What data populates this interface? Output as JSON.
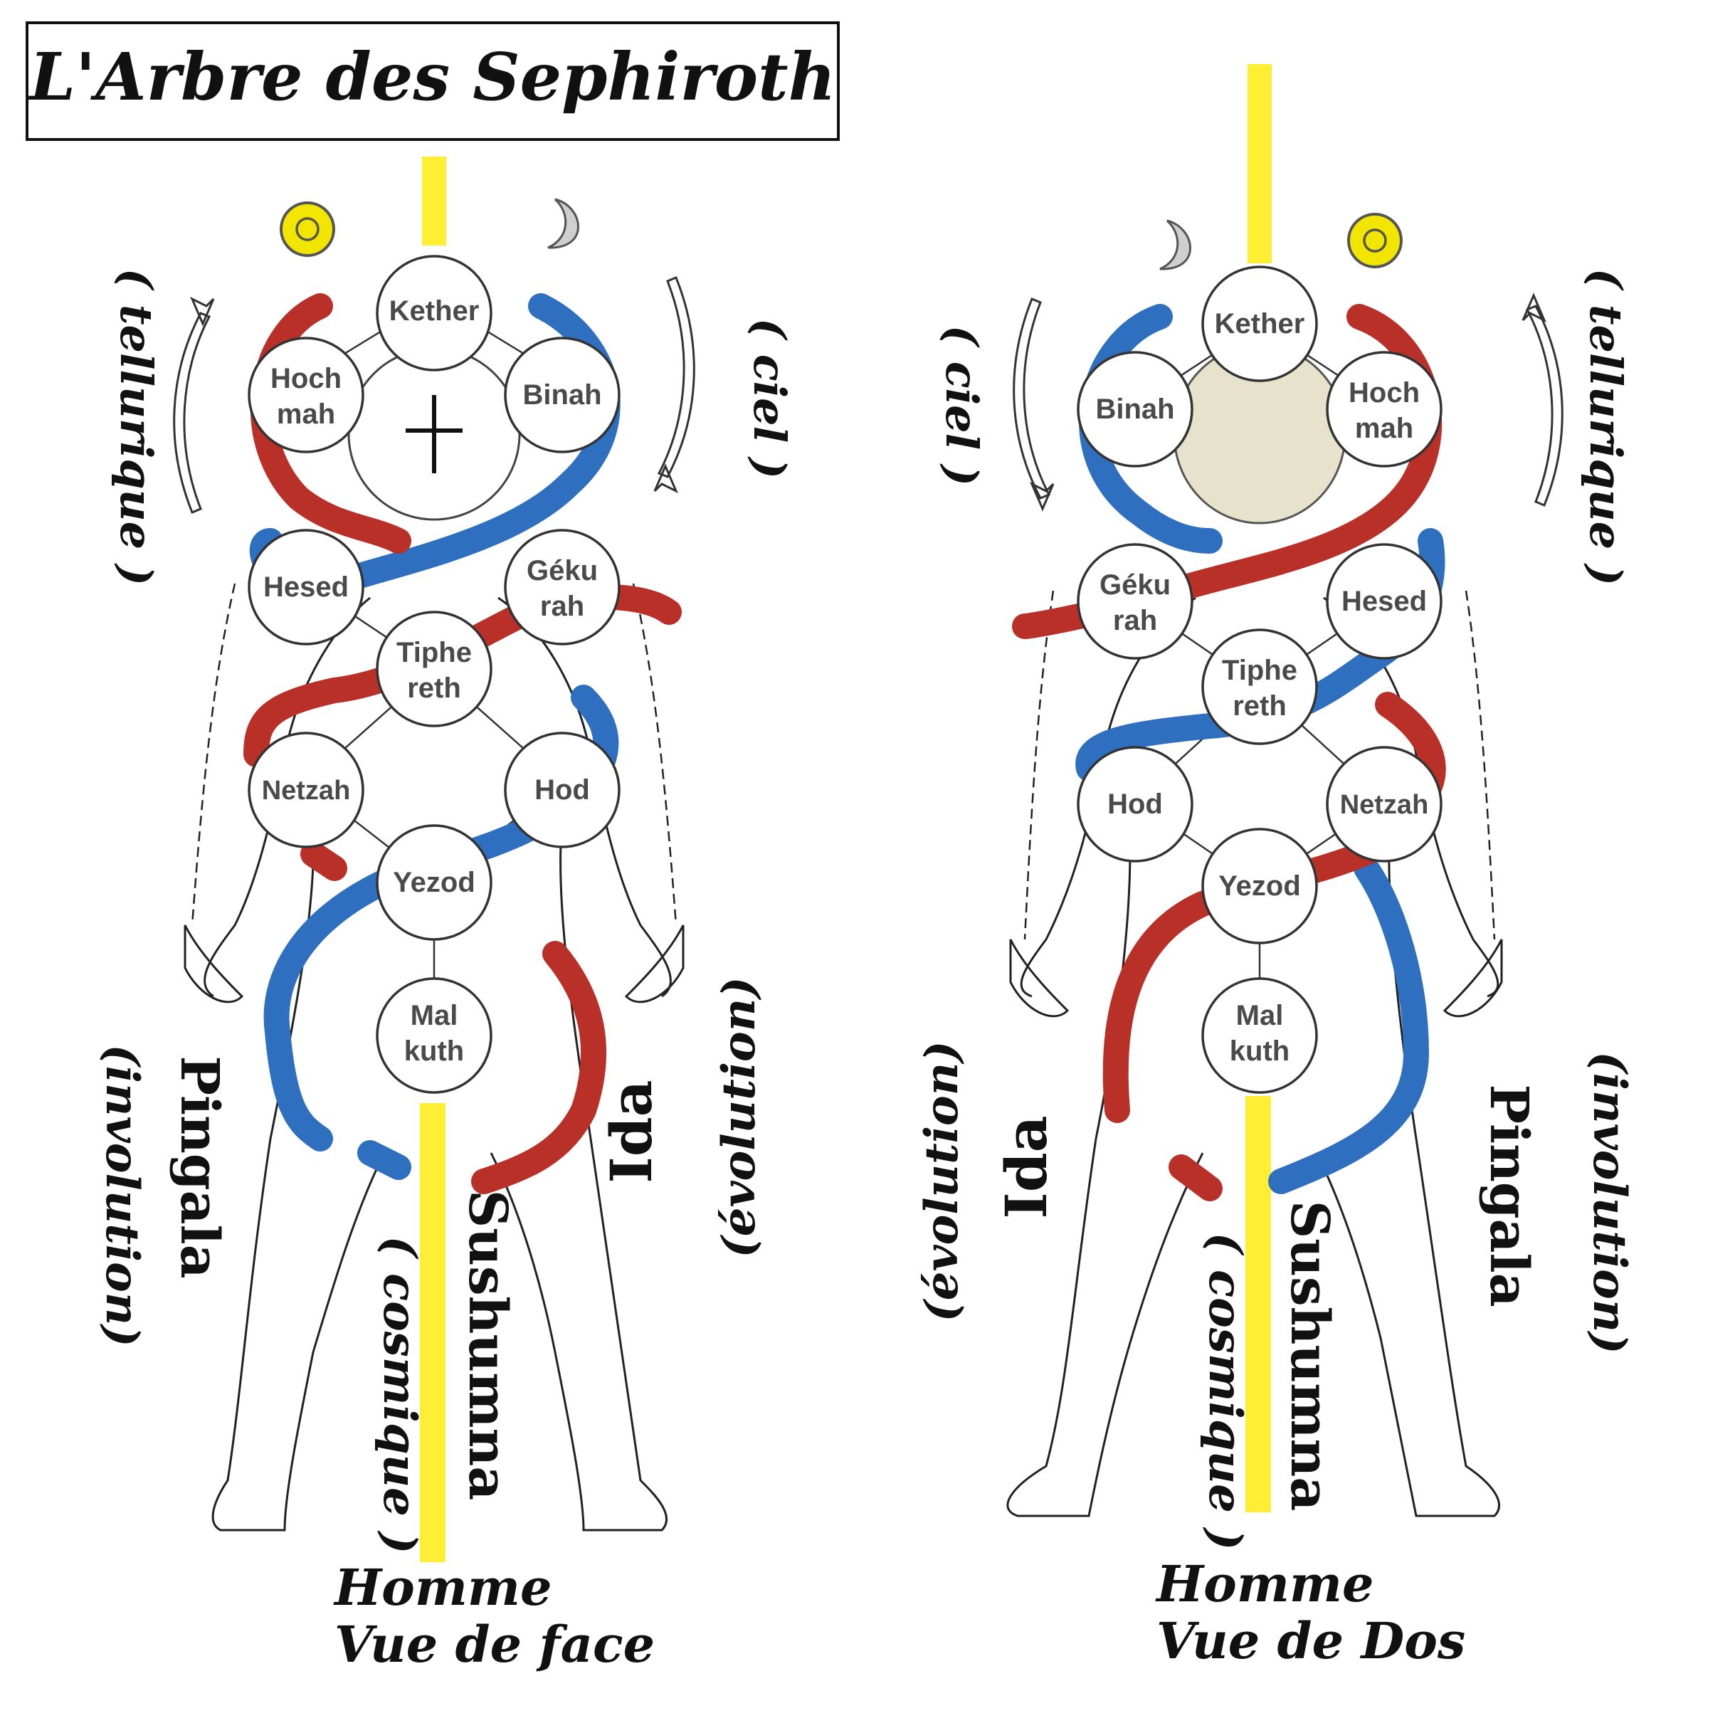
{
  "title": "L'Arbre des Sephiroth",
  "colors": {
    "sushumna": "#ffee33",
    "pingala_blue": "#2f6fc0",
    "ida_red": "#b83028",
    "sun": "#f2e600"
  },
  "icons": {
    "sun": "sun-icon",
    "moon": "crescent-moon-icon",
    "cross": "cross-icon",
    "arrow": "curved-arrow-icon"
  },
  "front": {
    "caption_line1": "Homme",
    "caption_line2": "Vue de face",
    "label_telluric": "( tellurique )",
    "label_ciel": "( ciel )",
    "label_pingala": "Pingala",
    "label_involution": "(involution)",
    "label_ida": "Ida",
    "label_evolution": "(évolution)",
    "label_sushumna": "Sushumna",
    "label_cosmique": "( cosmique )",
    "nodes": {
      "kether": "Kether",
      "hochmah_1": "Hoch",
      "hochmah_2": "mah",
      "binah": "Binah",
      "hesed": "Hesed",
      "gekurah_1": "Géku",
      "gekurah_2": "rah",
      "tiphereth_1": "Tiphe",
      "tiphereth_2": "reth",
      "netzah": "Netzah",
      "hod": "Hod",
      "yezod": "Yezod",
      "malkuth_1": "Mal",
      "malkuth_2": "kuth"
    }
  },
  "back": {
    "caption_line1": "Homme",
    "caption_line2": "Vue de Dos",
    "label_telluric": "( tellurique )",
    "label_ciel": "( ciel )",
    "label_pingala": "Pingala",
    "label_involution": "(involution)",
    "label_ida": "Ida",
    "label_evolution": "(évolution)",
    "label_sushumna": "Sushumna",
    "label_cosmique": "( cosmique )",
    "nodes": {
      "kether": "Kether",
      "hochmah_1": "Hoch",
      "hochmah_2": "mah",
      "binah": "Binah",
      "hesed": "Hesed",
      "gekurah_1": "Géku",
      "gekurah_2": "rah",
      "tiphereth_1": "Tiphe",
      "tiphereth_2": "reth",
      "netzah": "Netzah",
      "hod": "Hod",
      "yezod": "Yezod",
      "malkuth_1": "Mal",
      "malkuth_2": "kuth"
    }
  }
}
